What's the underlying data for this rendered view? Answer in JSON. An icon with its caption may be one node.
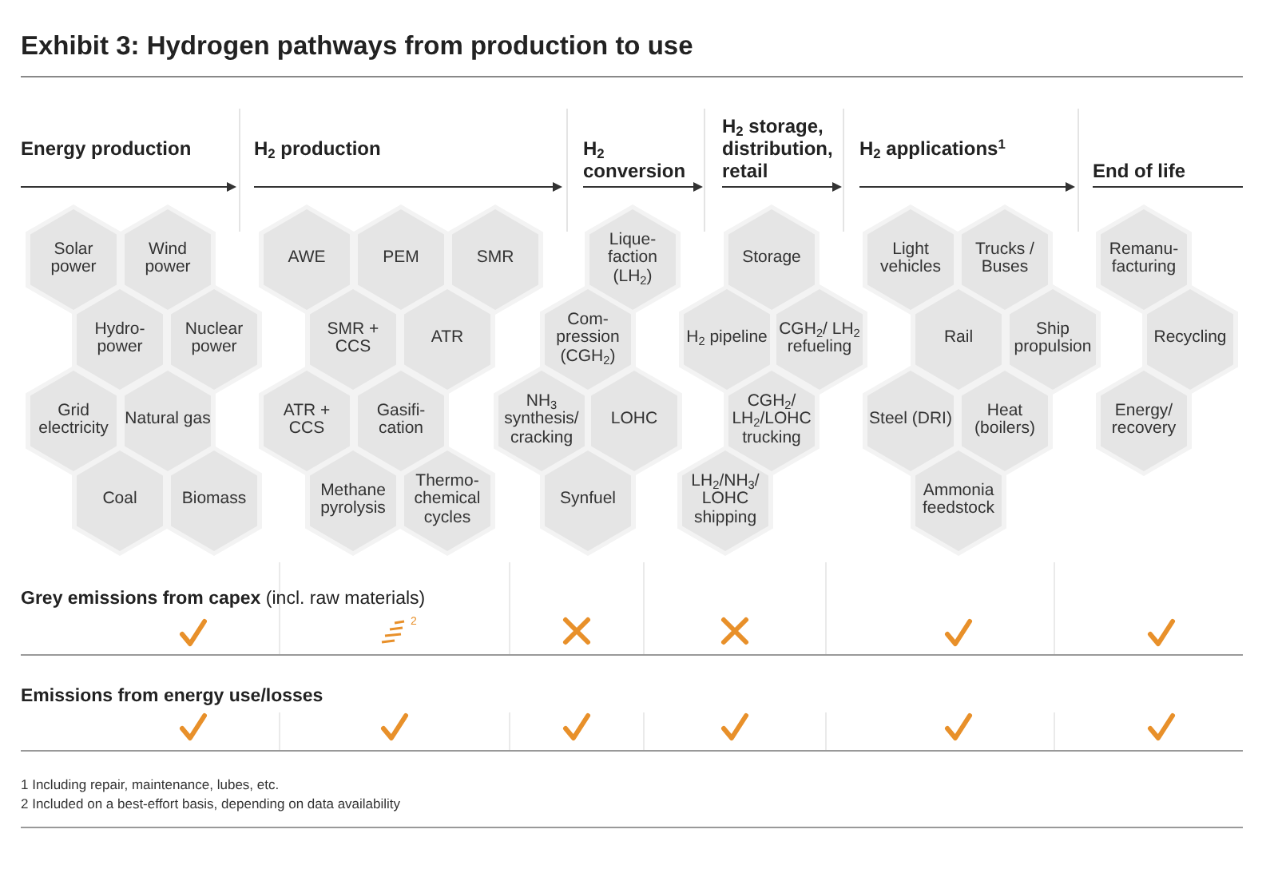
{
  "diagram": {
    "title": "Exhibit 3: Hydrogen pathways from production to use",
    "nodes": [
      {
        "text": [
          "Solar power"
        ]
      },
      {
        "text": [
          "Wind power"
        ]
      },
      {
        "text": [
          "Hydro- power"
        ]
      },
      {
        "text": [
          "Nuclear power"
        ]
      },
      {
        "text": [
          "Grid electricity"
        ]
      },
      {
        "text": [
          "Natural gas"
        ]
      },
      {
        "text": [
          "Coal"
        ]
      },
      {
        "text": [
          "Biomass"
        ]
      },
      {
        "text": [
          "AWE"
        ]
      },
      {
        "text": [
          "PEM"
        ]
      },
      {
        "text": [
          "SMR"
        ]
      },
      {
        "text": [
          "SMR + CCS"
        ]
      },
      {
        "text": [
          "ATR"
        ]
      },
      {
        "text": [
          "ATR + CCS"
        ]
      },
      {
        "text": [
          "Gasifi- cation"
        ]
      },
      {
        "text": [
          "Methane pyrolysis"
        ]
      },
      {
        "text": [
          "Thermo- chemical cycles"
        ]
      },
      {
        "text": [
          "Lique- faction (LH$_{2}$)"
        ]
      },
      {
        "text": [
          "Com- pression (CGH$_{2}$)"
        ]
      },
      {
        "text": [
          "NH$_{3}$ synthesis/ cracking"
        ]
      },
      {
        "text": [
          "LOHC"
        ]
      },
      {
        "text": [
          "Synfuel"
        ]
      },
      {
        "text": [
          "Storage"
        ]
      },
      {
        "text": [
          "H$_{2}$ pipeline"
        ]
      },
      {
        "text": [
          "CGH$_{2}$/ LH$_{2}$ refueling"
        ]
      },
      {
        "text": [
          "CGH$_{2}$/ LH$_{2}$/LOHC trucking"
        ]
      },
      {
        "text": [
          "LH$_{2}$/NH$_{3}$/ LOHC shipping"
        ]
      },
      {
        "text": [
          "Light vehicles"
        ]
      },
      {
        "text": [
          "Trucks / Buses"
        ]
      },
      {
        "text": [
          "Rail"
        ]
      },
      {
        "text": [
          "Ship propulsion"
        ]
      },
      {
        "text": [
          "Steel (DRI)"
        ]
      },
      {
        "text": [
          "Heat (boilers)"
        ]
      },
      {
        "text": [
          "Ammonia feedstock"
        ]
      },
      {
        "text": [
          "Remanu- facturing"
        ]
      },
      {
        "text": [
          "Recycling"
        ]
      },
      {
        "text": [
          "Energy/ recovery"
        ]
      }
    ],
    "labels": [
      "Energy production",
      "H$_{2}$ production",
      "H$_{2}$ conversion",
      "H$_{2}$ storage, distribution, retail",
      "H$_{2}$ applications$^{1}$",
      "End of life",
      "**Grey emissions from capex** (incl. raw materials)",
      "2",
      "Emissions from energy use/losses",
      "1 Including repair, maintenance, lubes, etc.",
      "2 Included on a best-effort basis, depending on data availability"
    ]
  }
}
